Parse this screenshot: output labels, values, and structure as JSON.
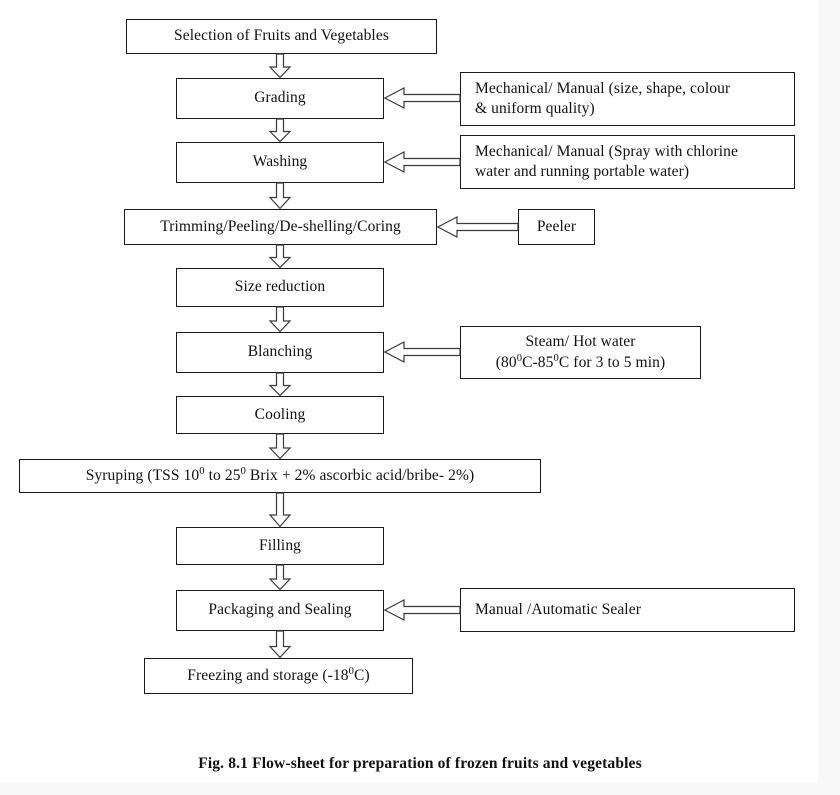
{
  "figure": {
    "caption": "Fig. 8.1 Flow-sheet for preparation of frozen fruits and vegetables",
    "background_color": "#ffffff",
    "line_color": "#1a1a1a",
    "text_color": "#111111"
  },
  "process_steps": [
    {
      "id": "selection",
      "label": "Selection of Fruits and Vegetables"
    },
    {
      "id": "grading",
      "label": "Grading"
    },
    {
      "id": "washing",
      "label": "Washing"
    },
    {
      "id": "trimming",
      "label": "Trimming/Peeling/De-shelling/Coring"
    },
    {
      "id": "size",
      "label": "Size reduction"
    },
    {
      "id": "blanching",
      "label": "Blanching"
    },
    {
      "id": "cooling",
      "label": "Cooling"
    },
    {
      "id": "syruping",
      "label": "Syruping (TSS 10⁰ to 25⁰ Brix + 2% ascorbic acid/bribe- 2%)",
      "rich": [
        {
          "t": "Syruping (TSS 10"
        },
        {
          "t": "0",
          "sup": true
        },
        {
          "t": " to 25"
        },
        {
          "t": "0",
          "sup": true
        },
        {
          "t": " Brix + 2% ascorbic acid/bribe- 2%)"
        }
      ]
    },
    {
      "id": "filling",
      "label": "Filling"
    },
    {
      "id": "packaging",
      "label": "Packaging and Sealing"
    },
    {
      "id": "freezing",
      "label": "Freezing and storage (-18⁰C)",
      "rich": [
        {
          "t": "Freezing and storage (-18"
        },
        {
          "t": "0",
          "sup": true
        },
        {
          "t": "C)"
        }
      ]
    }
  ],
  "annotations": [
    {
      "id": "grading-note",
      "target": "grading",
      "lines": [
        "Mechanical/ Manual (size, shape, colour",
        "& uniform quality)"
      ]
    },
    {
      "id": "washing-note",
      "target": "washing",
      "lines": [
        "Mechanical/ Manual (Spray with chlorine",
        "water and running portable water)"
      ]
    },
    {
      "id": "peeler-note",
      "target": "trimming",
      "lines": [
        "Peeler"
      ]
    },
    {
      "id": "blanching-note",
      "target": "blanching",
      "lines": [
        "Steam/ Hot water",
        "(80⁰C-85⁰C for 3 to 5 min)"
      ],
      "rich_lines": [
        [
          {
            "t": "Steam/ Hot water"
          }
        ],
        [
          {
            "t": "(80"
          },
          {
            "t": "0",
            "sup": true
          },
          {
            "t": "C-85"
          },
          {
            "t": "0",
            "sup": true
          },
          {
            "t": "C for 3 to 5 min)"
          }
        ]
      ]
    },
    {
      "id": "sealer-note",
      "target": "packaging",
      "lines": [
        "Manual /Automatic Sealer"
      ]
    }
  ],
  "flow_connectors": [
    {
      "from": "selection",
      "to": "grading",
      "direction": "down"
    },
    {
      "from": "grading",
      "to": "washing",
      "direction": "down"
    },
    {
      "from": "washing",
      "to": "trimming",
      "direction": "down"
    },
    {
      "from": "trimming",
      "to": "size",
      "direction": "down"
    },
    {
      "from": "size",
      "to": "blanching",
      "direction": "down"
    },
    {
      "from": "blanching",
      "to": "cooling",
      "direction": "down"
    },
    {
      "from": "cooling",
      "to": "syruping",
      "direction": "down"
    },
    {
      "from": "syruping",
      "to": "filling",
      "direction": "down"
    },
    {
      "from": "filling",
      "to": "packaging",
      "direction": "down"
    },
    {
      "from": "packaging",
      "to": "freezing",
      "direction": "down"
    },
    {
      "from": "grading-note",
      "to": "grading",
      "direction": "left"
    },
    {
      "from": "washing-note",
      "to": "washing",
      "direction": "left"
    },
    {
      "from": "peeler-note",
      "to": "trimming",
      "direction": "left"
    },
    {
      "from": "blanching-note",
      "to": "blanching",
      "direction": "left"
    },
    {
      "from": "sealer-note",
      "to": "packaging",
      "direction": "left"
    }
  ]
}
